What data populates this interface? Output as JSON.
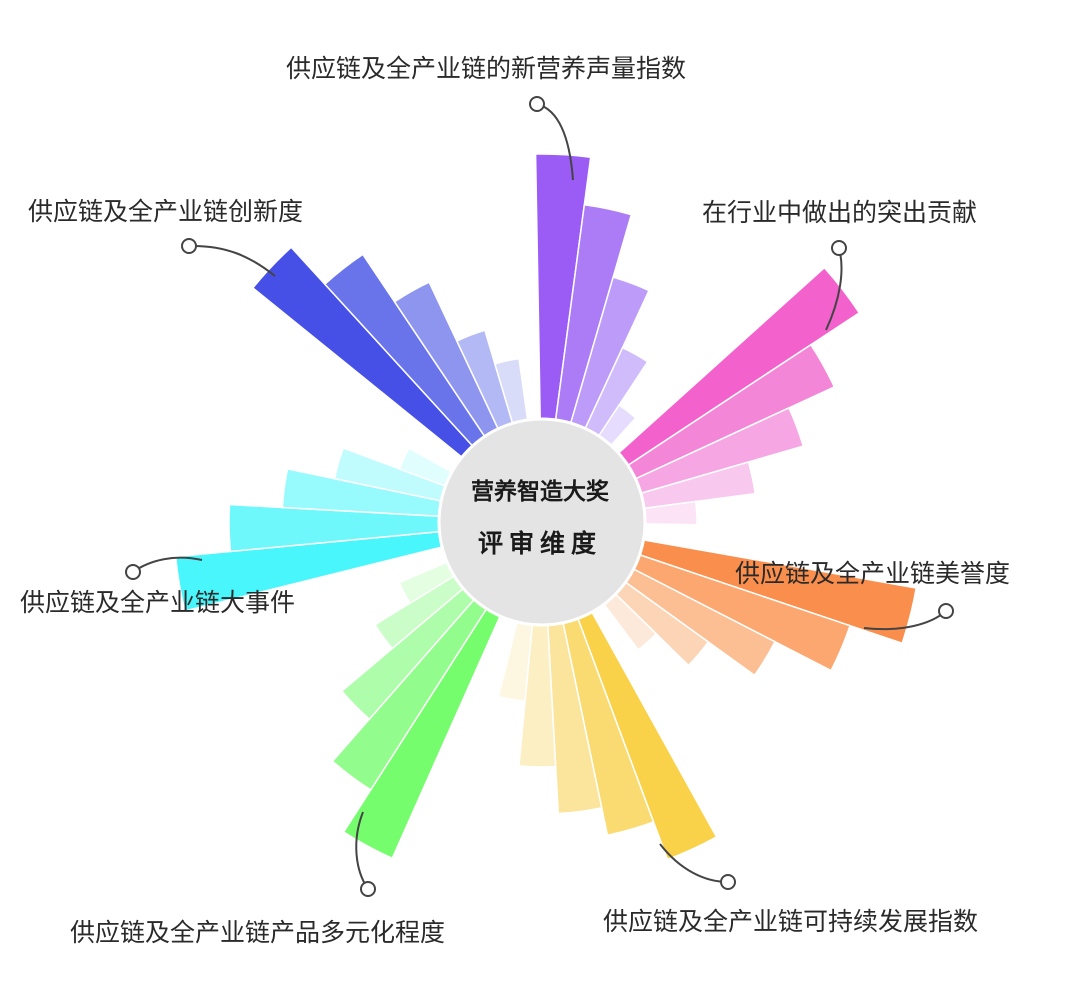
{
  "center": {
    "brand": "营养智造大奖",
    "title": "评审维度"
  },
  "dimensions": [
    {
      "label": "供应链及全产业链的新营养声量指数",
      "colors": [
        "#9a5cf5",
        "#ab7cf6",
        "#bc9cf8",
        "#d0bcfa",
        "#e6dcfd"
      ]
    },
    {
      "label": "在行业中做出的突出贡献",
      "colors": [
        "#f261cc",
        "#f486d8",
        "#f6a6e2",
        "#f9c8ee",
        "#fce4f6"
      ]
    },
    {
      "label": "供应链及全产业链美誉度",
      "colors": [
        "#fa8e4c",
        "#fba76f",
        "#fbbf93",
        "#fcd5b6",
        "#fde9da"
      ]
    },
    {
      "label": "供应链及全产业链可持续发展指数",
      "colors": [
        "#f9d24a",
        "#fadb72",
        "#fbe59c",
        "#fcefc4",
        "#fdf7e2"
      ]
    },
    {
      "label": "供应链及全产业链产品多元化程度",
      "colors": [
        "#76fd6e",
        "#92fd8c",
        "#aefdab",
        "#cafdc8",
        "#e4fee2"
      ]
    },
    {
      "label": "供应链及全产业链大事件",
      "colors": [
        "#48f6fb",
        "#6ff8fb",
        "#97fafc",
        "#c0fcfd",
        "#e0fefe"
      ]
    },
    {
      "label": "供应链及全产业链创新度",
      "colors": [
        "#4650e6",
        "#6a74ea",
        "#8d95ef",
        "#b3b9f4",
        "#d9dcf9"
      ]
    }
  ]
}
